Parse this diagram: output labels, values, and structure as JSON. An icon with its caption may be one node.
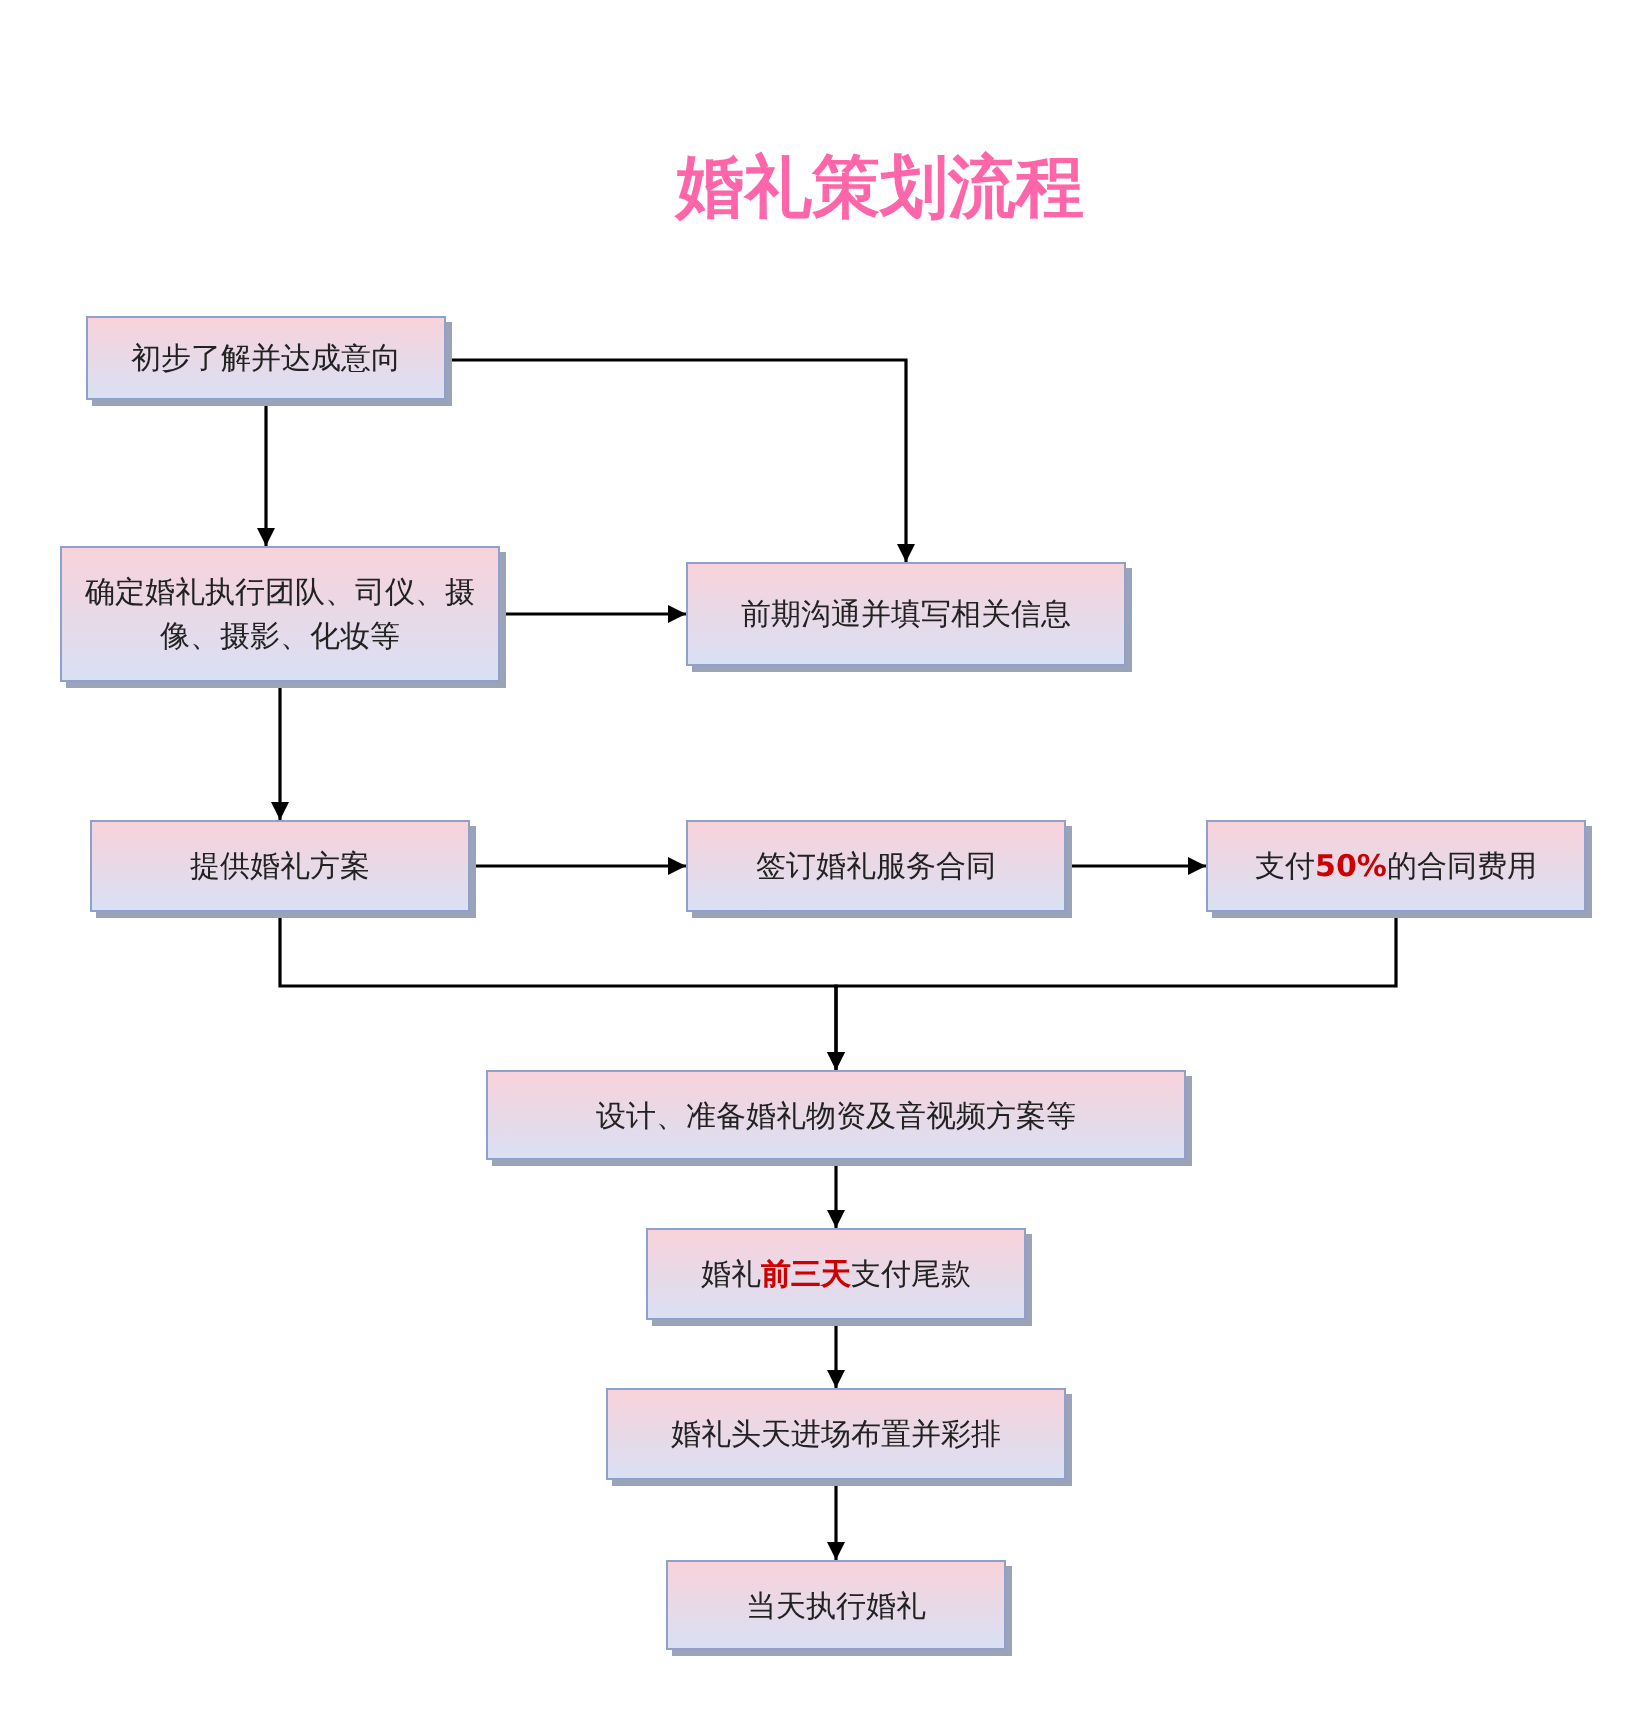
{
  "diagram": {
    "title": "婚礼策划流程",
    "nodes": [
      {
        "text": [
          "初步了解并达成意向"
        ]
      },
      {
        "text": [
          "确定婚礼执行团队、司仪、摄像、摄影、化妆等"
        ]
      },
      {
        "text": [
          "前期沟通并填写相关信息"
        ]
      },
      {
        "text": [
          "提供婚礼方案"
        ]
      },
      {
        "text": [
          "签订婚礼服务合同"
        ]
      },
      {
        "text": [
          "支付**50%**的合同费用"
        ]
      },
      {
        "text": [
          "设计、准备婚礼物资及音视频方案等"
        ]
      },
      {
        "text": [
          "婚礼**前三天**支付尾款"
        ]
      },
      {
        "text": [
          "婚礼头天进场布置并彩排"
        ]
      },
      {
        "text": [
          "当天执行婚礼"
        ]
      }
    ],
    "edges": [
      {
        "from": 0,
        "to": 1,
        "arrow": "to"
      },
      {
        "from": 0,
        "to": 2,
        "arrow": "to"
      },
      {
        "from": 1,
        "to": 2,
        "arrow": "to"
      },
      {
        "from": 1,
        "to": 3,
        "arrow": "to"
      },
      {
        "from": 3,
        "to": 4,
        "arrow": "to"
      },
      {
        "from": 4,
        "to": 5,
        "arrow": "to"
      },
      {
        "from": 3,
        "to": 6,
        "arrow": "to"
      },
      {
        "from": 5,
        "to": 6,
        "arrow": "to"
      },
      {
        "from": 6,
        "to": 7,
        "arrow": "to"
      },
      {
        "from": 7,
        "to": 8,
        "arrow": "to"
      },
      {
        "from": 8,
        "to": 9,
        "arrow": "to"
      }
    ]
  }
}
